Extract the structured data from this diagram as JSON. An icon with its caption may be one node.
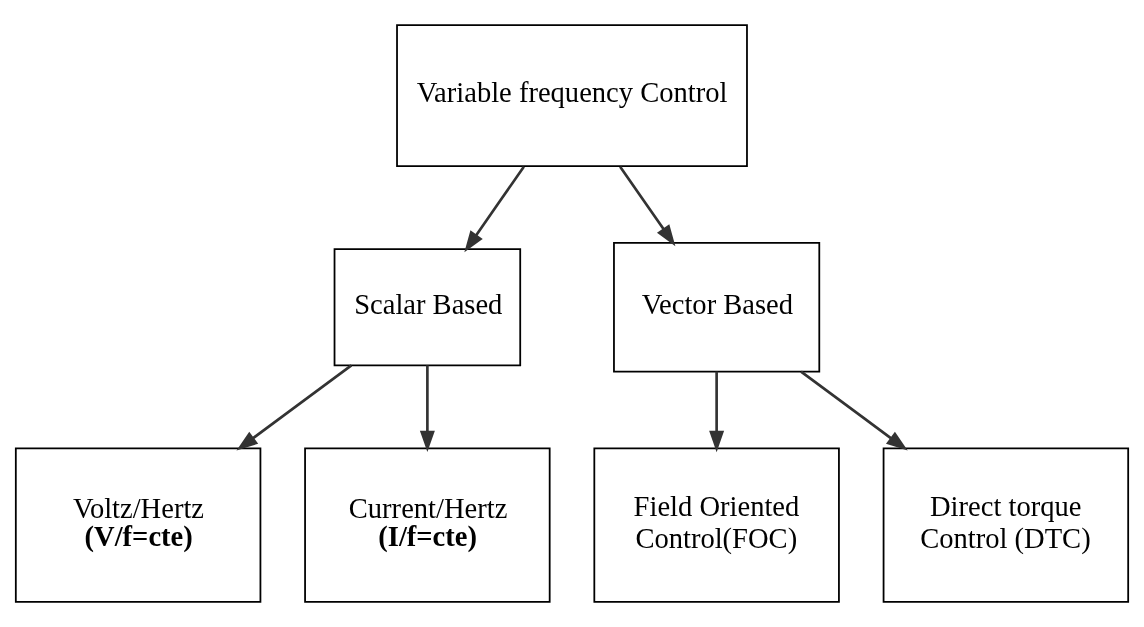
{
  "diagram": {
    "nodes": [
      {
        "text": [
          "Variable frequency Control"
        ]
      },
      {
        "text": [
          "Scalar Based"
        ]
      },
      {
        "text": [
          "Vector Based"
        ]
      },
      {
        "text": [
          "Voltz/Hertz",
          "(V/f=cte)"
        ]
      },
      {
        "text": [
          "Current/Hertz",
          "(I/f=cte)"
        ]
      },
      {
        "text": [
          "Field Oriented",
          "Control(FOC)"
        ]
      },
      {
        "text": [
          "Direct torque",
          "Control (DTC)"
        ]
      }
    ],
    "edges": [
      {
        "from": 0,
        "to": 1,
        "arrow": "to"
      },
      {
        "from": 0,
        "to": 2,
        "arrow": "to"
      },
      {
        "from": 1,
        "to": 3,
        "arrow": "to"
      },
      {
        "from": 1,
        "to": 4,
        "arrow": "to"
      },
      {
        "from": 2,
        "to": 5,
        "arrow": "to"
      },
      {
        "from": 2,
        "to": 6,
        "arrow": "to"
      }
    ]
  }
}
